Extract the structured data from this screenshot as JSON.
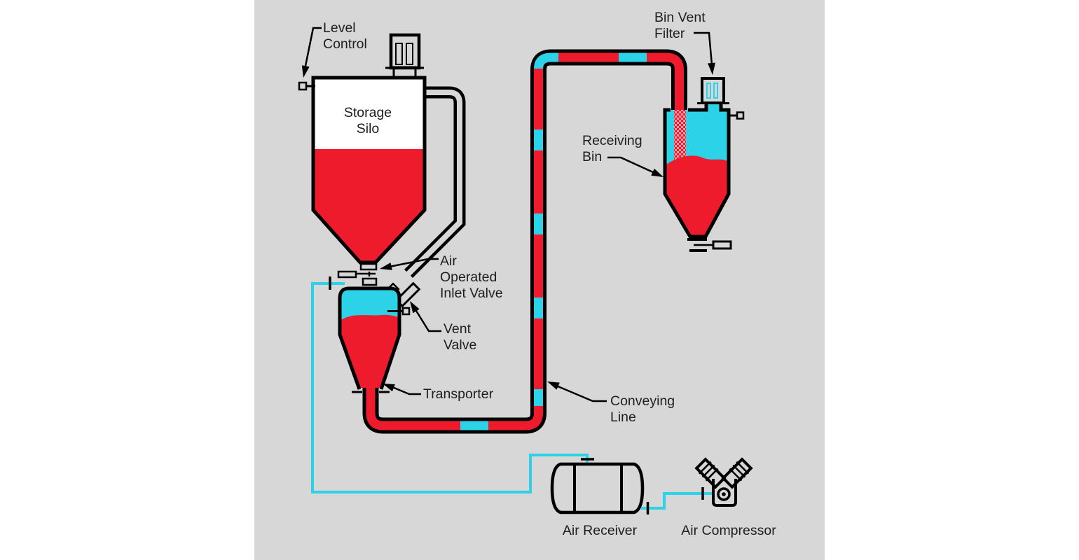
{
  "title": "Pneumatic conveying system diagram",
  "colors": {
    "background": "#ffffff",
    "panel": "#d7d7d7",
    "outline": "#000000",
    "material_red": "#ee1b2d",
    "air_cyan": "#2cd2e8",
    "filter_cyan": "#cdeef6",
    "speckle_pink": "#ff9dab",
    "label_text": "#1e1e20"
  },
  "labels": {
    "level_control": {
      "lines": [
        "Level",
        "Control"
      ]
    },
    "storage_silo": {
      "lines": [
        "Storage",
        "Silo"
      ]
    },
    "air_operated_inlet_valve": {
      "lines": [
        "Air",
        "Operated",
        "Inlet Valve"
      ]
    },
    "vent_valve": {
      "lines": [
        "Vent",
        "Valve"
      ]
    },
    "transporter": {
      "lines": [
        "Transporter"
      ]
    },
    "conveying_line": {
      "lines": [
        "Conveying",
        "Line"
      ]
    },
    "bin_vent_filter": {
      "lines": [
        "Bin Vent",
        "Filter"
      ]
    },
    "receiving_bin": {
      "lines": [
        "Receiving",
        "Bin"
      ]
    },
    "air_receiver": {
      "lines": [
        "Air Receiver"
      ]
    },
    "air_compressor": {
      "lines": [
        "Air Compressor"
      ]
    }
  }
}
